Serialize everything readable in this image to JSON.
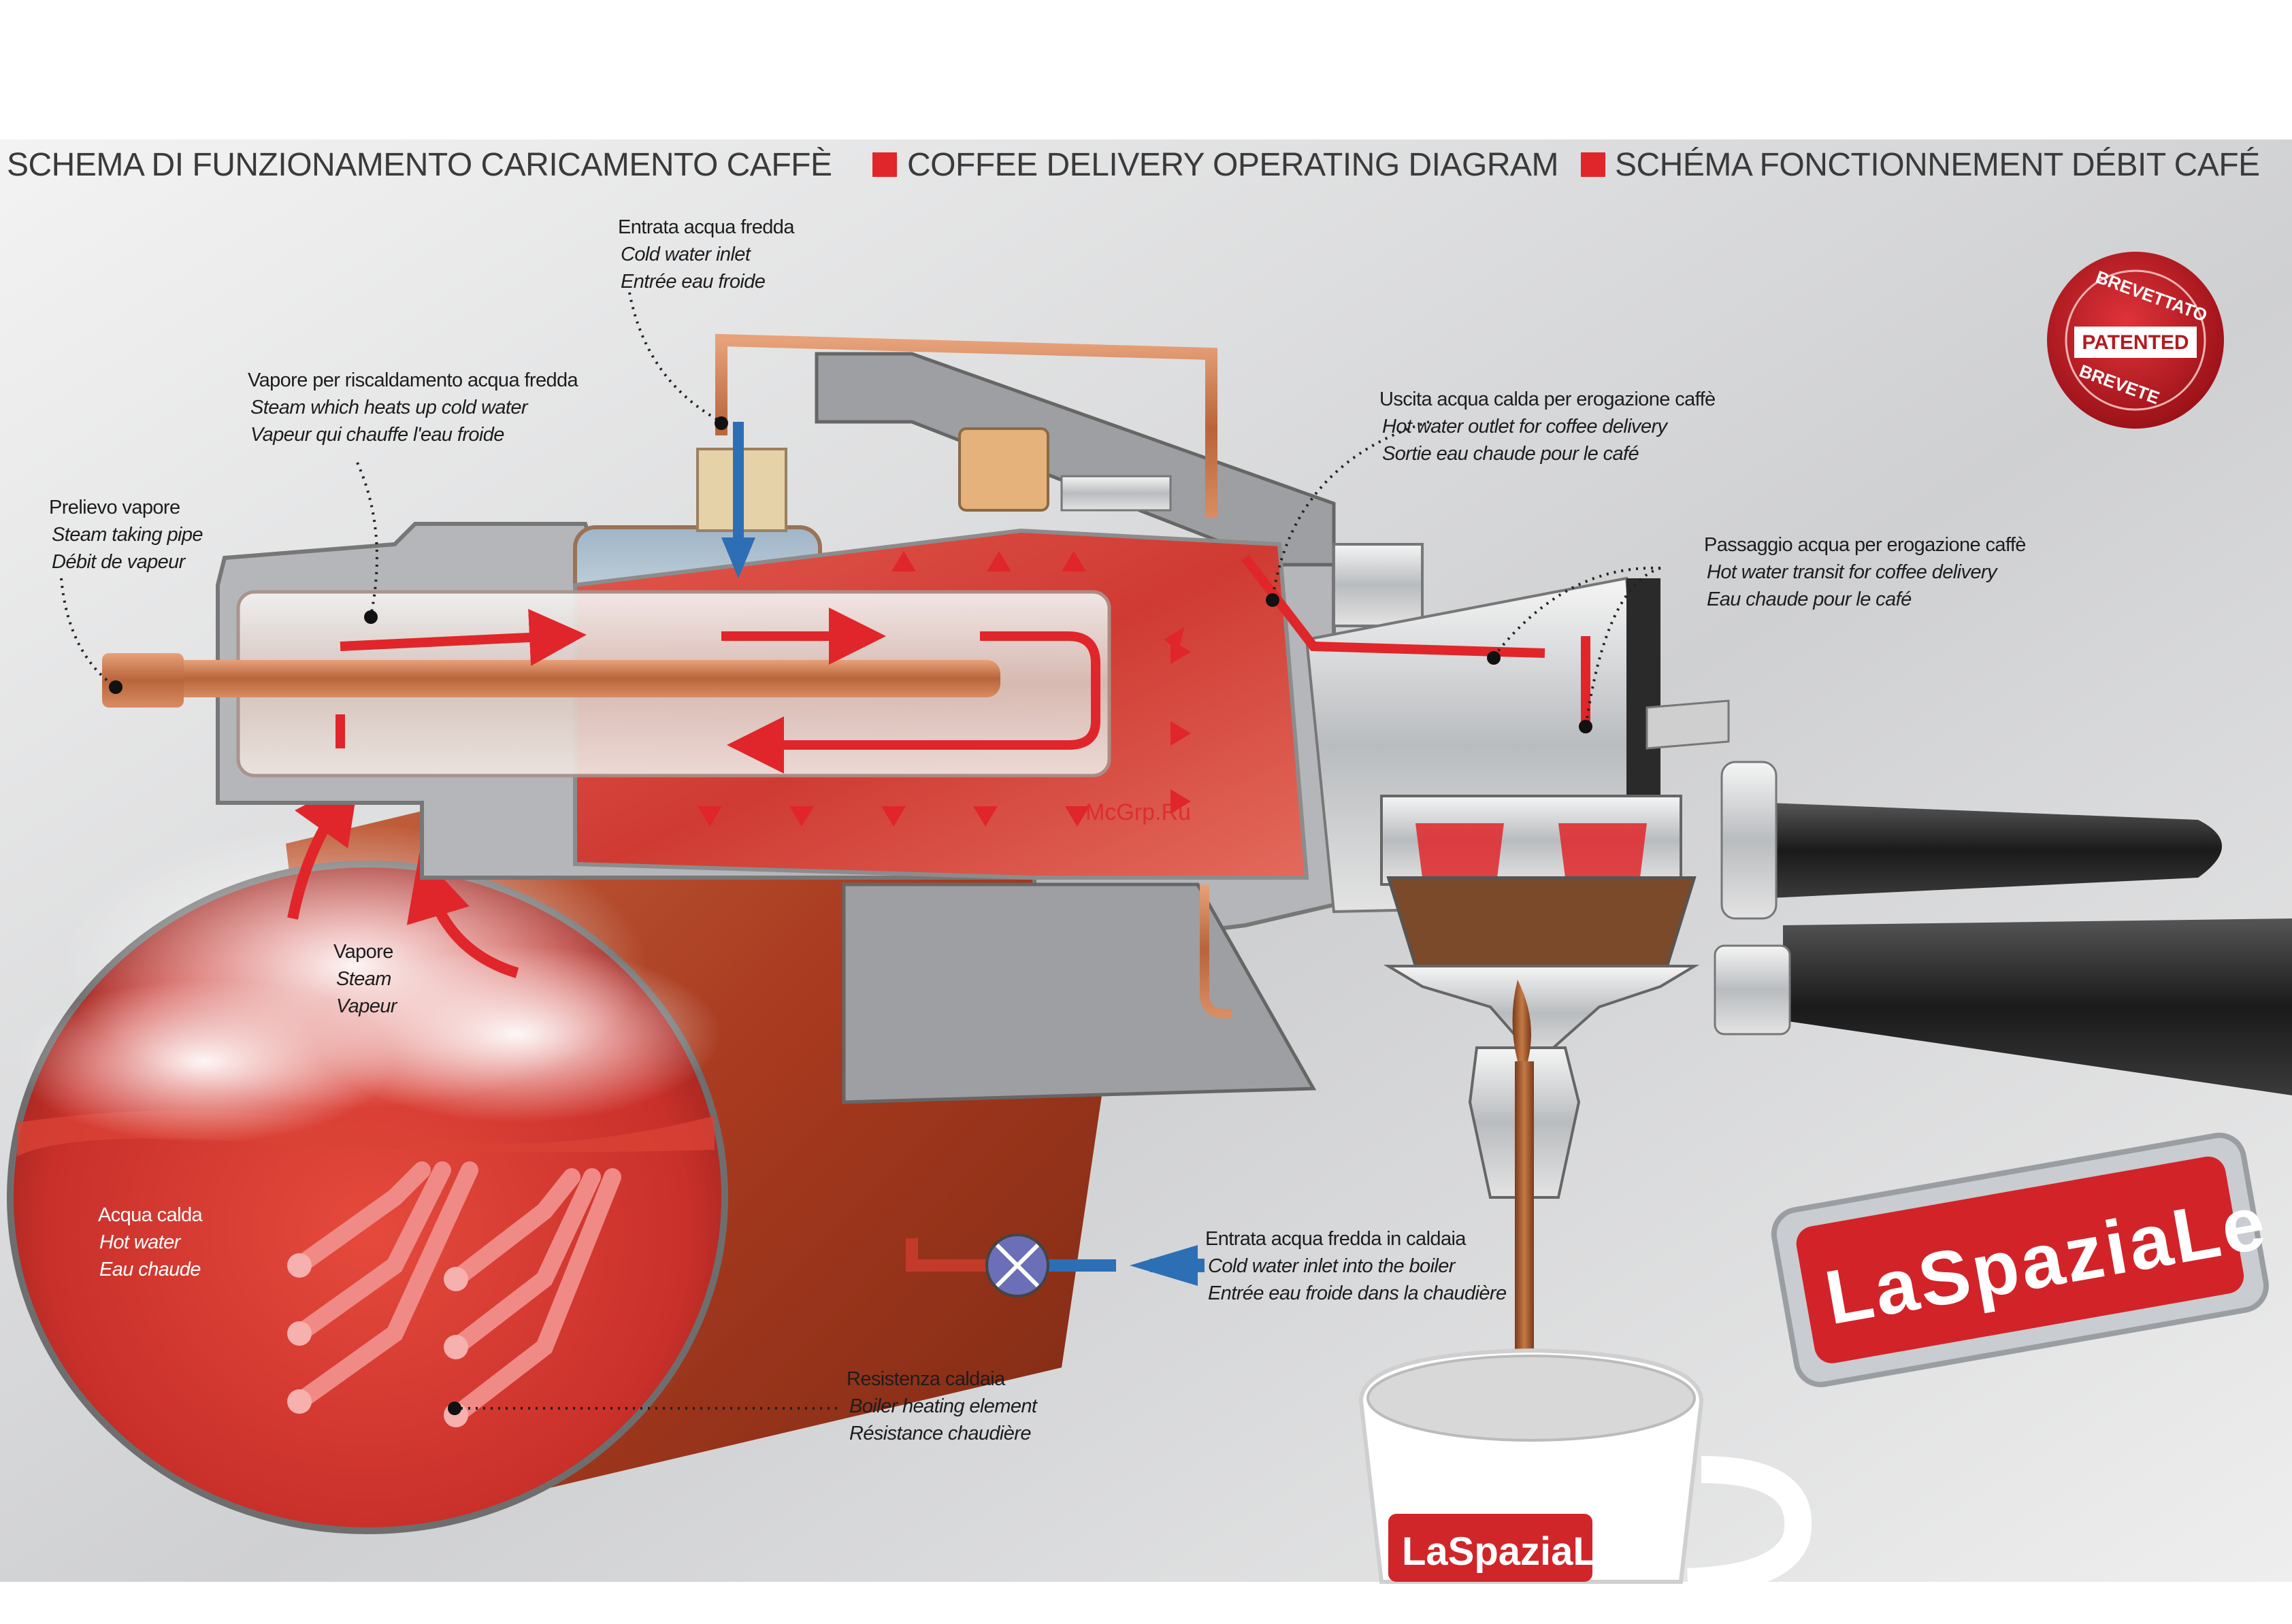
{
  "header": {
    "title_it": "SCHEMA DI FUNZIONAMENTO CARICAMENTO CAFFÈ",
    "title_en": "COFFEE DELIVERY OPERATING DIAGRAM",
    "title_fr": "SCHÉMA FONCTIONNEMENT DÉBIT CAFÉ"
  },
  "labels": {
    "cold_water_inlet": [
      "Entrata acqua fredda",
      "Cold water inlet",
      "Entrée eau froide"
    ],
    "steam_heating": [
      "Vapore per riscaldamento acqua fredda",
      "Steam which heats up cold water",
      "Vapeur qui chauffe l'eau froide"
    ],
    "steam_pipe": [
      "Prelievo vapore",
      "Steam taking pipe",
      "Débit de vapeur"
    ],
    "hot_water_outlet": [
      "Uscita acqua calda per erogazione caffè",
      "Hot water outlet for coffee delivery",
      "Sortie eau chaude pour le café"
    ],
    "hot_water_transit": [
      "Passaggio acqua per erogazione caffè",
      "Hot water transit for coffee delivery",
      "Eau chaude pour le café"
    ],
    "steam": [
      "Vapore",
      "Steam",
      "Vapeur"
    ],
    "hot_water": [
      "Acqua calda",
      "Hot water",
      "Eau chaude"
    ],
    "boiler_inlet": [
      "Entrata acqua fredda in caldaia",
      "Cold water inlet into the boiler",
      "Entrée eau froide dans la chaudière"
    ],
    "heating_element": [
      "Resistenza caldaia",
      "Boiler heating element",
      "Résistance chaudière"
    ]
  },
  "seal": {
    "top": "BREVETTATO",
    "middle": "PATENTED",
    "bottom": "BREVETE"
  },
  "brand": {
    "name": "LaSpaziaLe",
    "cup_text": "LaSpaziaLe"
  },
  "watermark": "McGrp.Ru",
  "colors": {
    "accent_red": "#e0262a",
    "cold_blue": "#2c6fb5",
    "copper": "#c56b3c",
    "boiler_red": "#b3261e"
  }
}
